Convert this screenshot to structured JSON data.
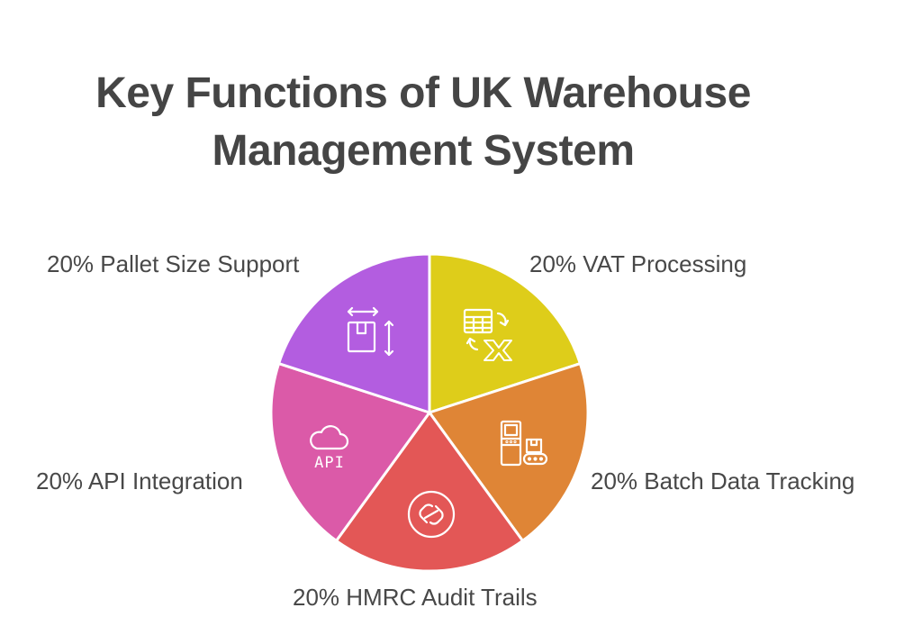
{
  "title": {
    "line1": "Key Functions of UK Warehouse",
    "line2": "Management System"
  },
  "labels": {
    "pallet": "20% Pallet Size Support",
    "vat": "20% VAT Processing",
    "batch": "20% Batch Data Tracking",
    "hmrc": "20% HMRC Audit Trails",
    "api": "20% API Integration"
  },
  "colors": {
    "pallet": "#b35de0",
    "vat": "#decd1a",
    "batch": "#df8536",
    "hmrc": "#e35756",
    "api": "#db5aa8"
  },
  "icons": {
    "pallet": "box-dimensions-icon",
    "vat": "spreadsheet-exchange-icon",
    "batch": "machine-conveyor-icon",
    "hmrc": "audit-link-icon",
    "api": "cloud-api-icon"
  },
  "api_icon_text": "API",
  "chart_data": {
    "type": "pie",
    "title": "Key Functions of UK Warehouse Management System",
    "categories": [
      "VAT Processing",
      "Batch Data Tracking",
      "HMRC Audit Trails",
      "API Integration",
      "Pallet Size Support"
    ],
    "values": [
      20,
      20,
      20,
      20,
      20
    ],
    "unit": "%",
    "start_angle": "12 o'clock, clockwise",
    "legend": "none (labels placed beside slices)",
    "slice_colors": [
      "#decd1a",
      "#df8536",
      "#e35756",
      "#db5aa8",
      "#b35de0"
    ]
  }
}
